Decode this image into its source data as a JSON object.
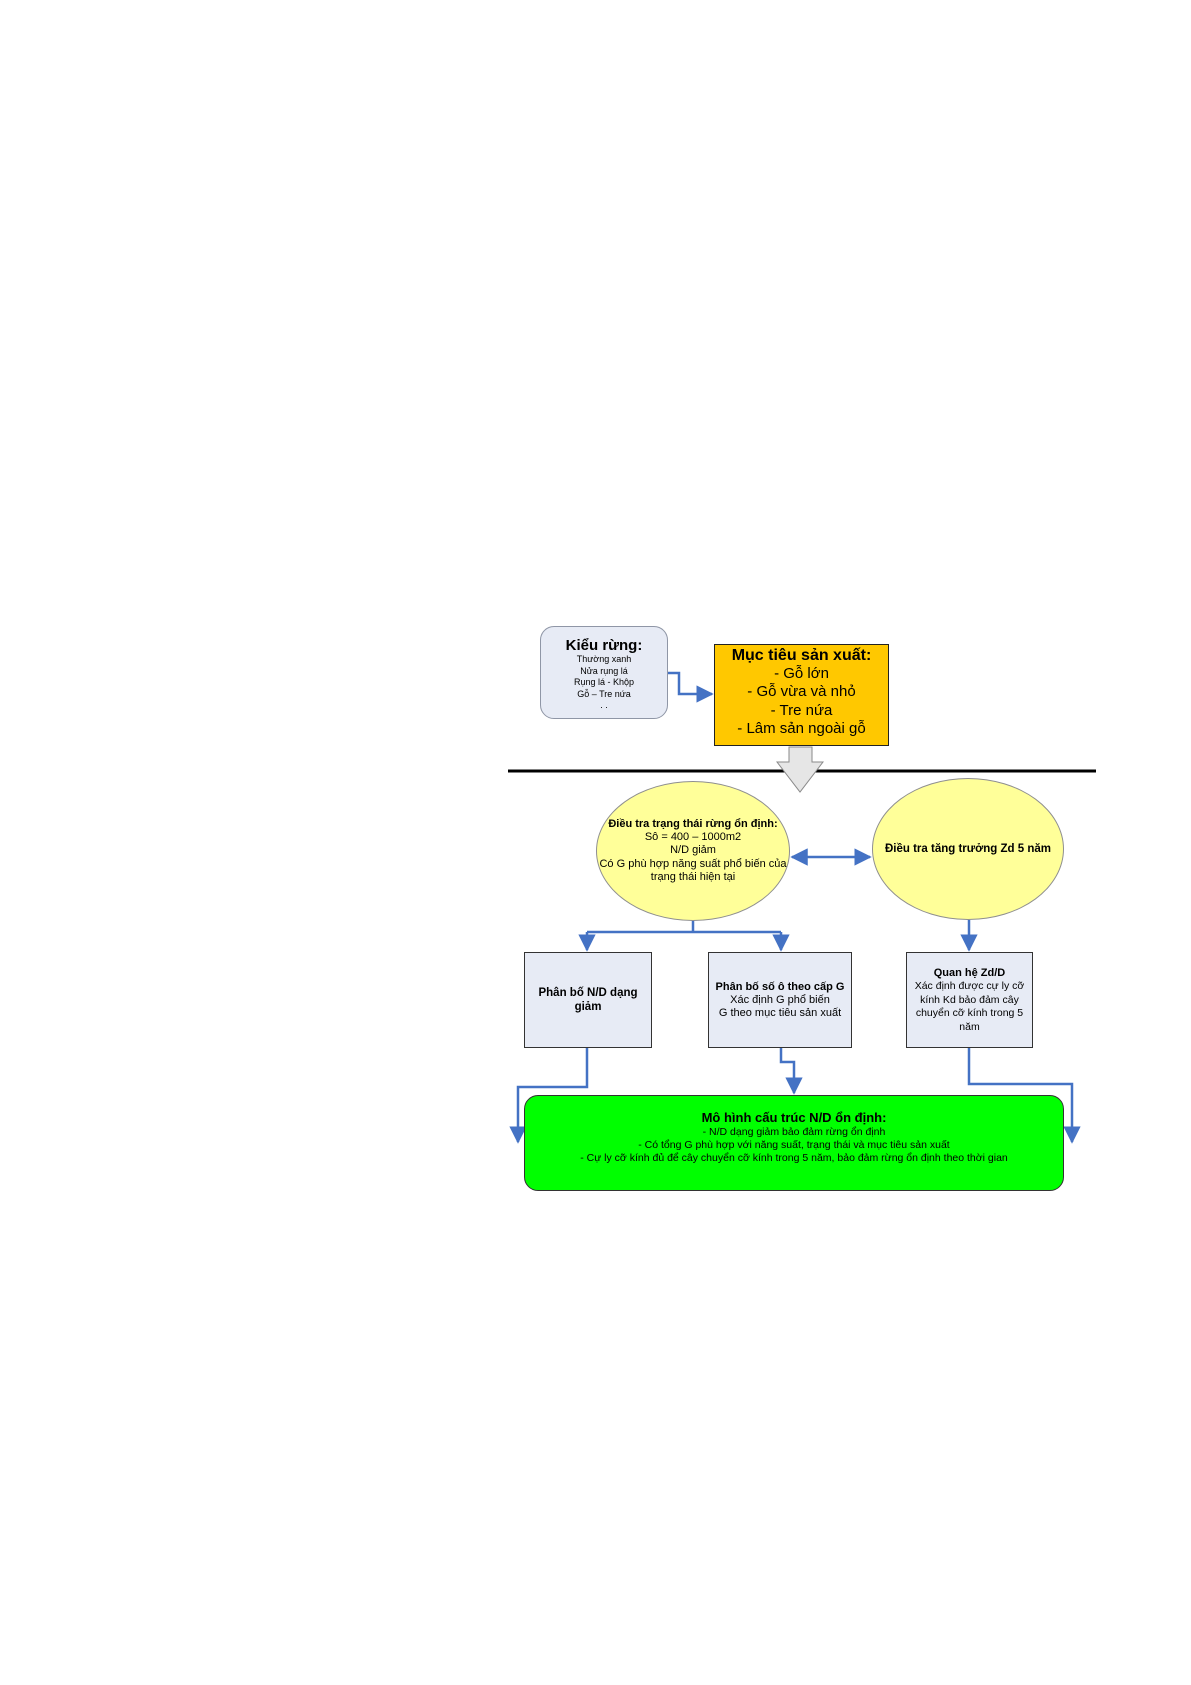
{
  "colors": {
    "connector": "#4472c4",
    "forest_type_fill": "#e7ebf5",
    "objective_fill": "#ffc800",
    "survey_fill": "#ffff99",
    "result_fill": "#e7ebf5",
    "model_fill": "#00ff00"
  },
  "forest_type": {
    "title": "Kiểu rừng:",
    "lines": [
      "Thường xanh",
      "Nửa rụng lá",
      "Rụng lá - Khộp",
      "Gỗ – Tre nứa",
      ". ."
    ]
  },
  "production_objective": {
    "title": "Mục tiêu sản xuất:",
    "lines": [
      "- Gỗ lớn",
      "- Gỗ vừa và nhỏ",
      "- Tre nứa",
      "- Lâm sản ngoài gỗ"
    ]
  },
  "stable_state_survey": {
    "title": "Điều tra trạng thái rừng ổn định:",
    "lines": [
      "Sô = 400 – 1000m2",
      "N/D giảm",
      "Có G phù hợp năng suất phổ biến của trạng thái hiện tại"
    ]
  },
  "growth_survey": {
    "title": "Điều tra tăng trưởng Zd 5 năm"
  },
  "nd_distribution": {
    "title": "Phân bố N/D dạng giảm"
  },
  "plot_distribution": {
    "title": "Phân bố số ô theo cấp G",
    "lines": [
      "Xác định G phổ biến",
      "G theo mục tiêu sản xuất"
    ]
  },
  "zd_relation": {
    "title": "Quan hệ Zd/D",
    "lines": [
      "Xác định được cự ly cỡ kính Kd bảo đảm cây chuyển cỡ kính trong 5 năm"
    ]
  },
  "stable_model": {
    "title": "Mô hình cấu trúc N/D ổn định:",
    "lines": [
      "- N/D dạng giảm bảo đảm rừng ổn định",
      "- Có tổng G phù hợp với năng suất, trạng thái và mục tiêu sản xuất",
      "- Cự ly cỡ kính đủ để cây chuyển cỡ kính trong 5 năm, bảo đảm rừng ổn định theo thời gian"
    ]
  }
}
